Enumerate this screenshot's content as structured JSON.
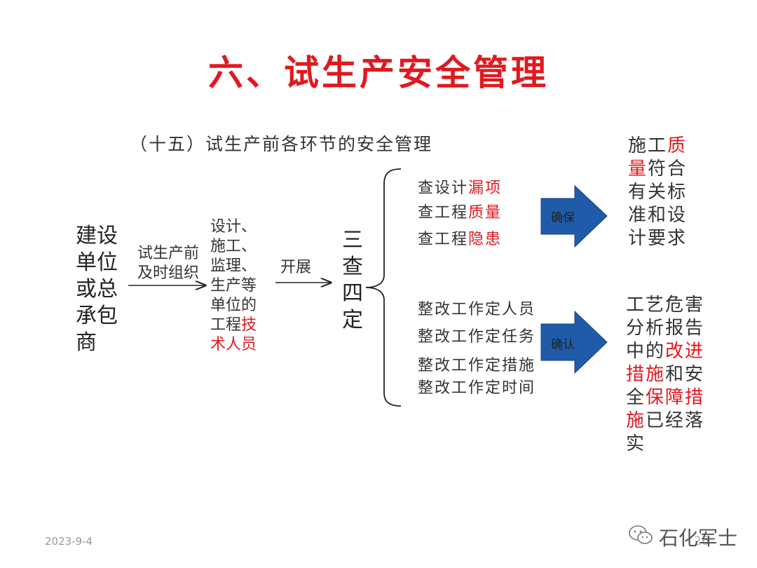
{
  "slide": {
    "title": "六、试生产安全管理",
    "subtitle": "（十五）试生产前各环节的安全管理",
    "date": "2023-9-4",
    "page_number": "26",
    "watermark": "石化军士"
  },
  "diagram": {
    "source_lines": [
      "建设",
      "单位",
      "或总",
      "承包",
      "商"
    ],
    "edge1_lines": [
      "试生产前",
      "及时组织"
    ],
    "personnel": {
      "lines": [
        "设计、",
        "施工、",
        "监理、",
        "生产等",
        "单位的"
      ],
      "last_normal_a": "工程",
      "last_red_a": "技",
      "last_red_b": "术人员"
    },
    "edge2_label": "开展",
    "node_lines": [
      "三",
      "查",
      "四",
      "定"
    ],
    "checks": [
      {
        "normal": "查设计",
        "red": "漏项"
      },
      {
        "normal": "查工程",
        "red": "质量"
      },
      {
        "normal": "查工程",
        "red": "隐患"
      }
    ],
    "fixes": [
      "整改工作定人员",
      "整改工作定任务",
      "整改工作定措施",
      "整改工作定时间"
    ],
    "arrow_top_label": "确保",
    "arrow_bottom_label": "确认",
    "result_top": {
      "r1a": "施工",
      "r1b": "质",
      "r2a": "量",
      "r2b": "符合",
      "r3": "有关标",
      "r4": "准和设",
      "r5": "计要求"
    },
    "result_bottom": {
      "r1": "工艺危害",
      "r2": "分析报告",
      "r3a": "中的",
      "r3b": "改进",
      "r4a": "措施",
      "r4b": "和安",
      "r5a": "全",
      "r5b": "保障措",
      "r6a": "施",
      "r6b": "已经落",
      "r7": "实"
    }
  },
  "colors": {
    "accent_red": "#e0191f",
    "arrow_blue": "#1f5ba9"
  },
  "icons": {
    "watermark_logo": "wechat-icon"
  }
}
